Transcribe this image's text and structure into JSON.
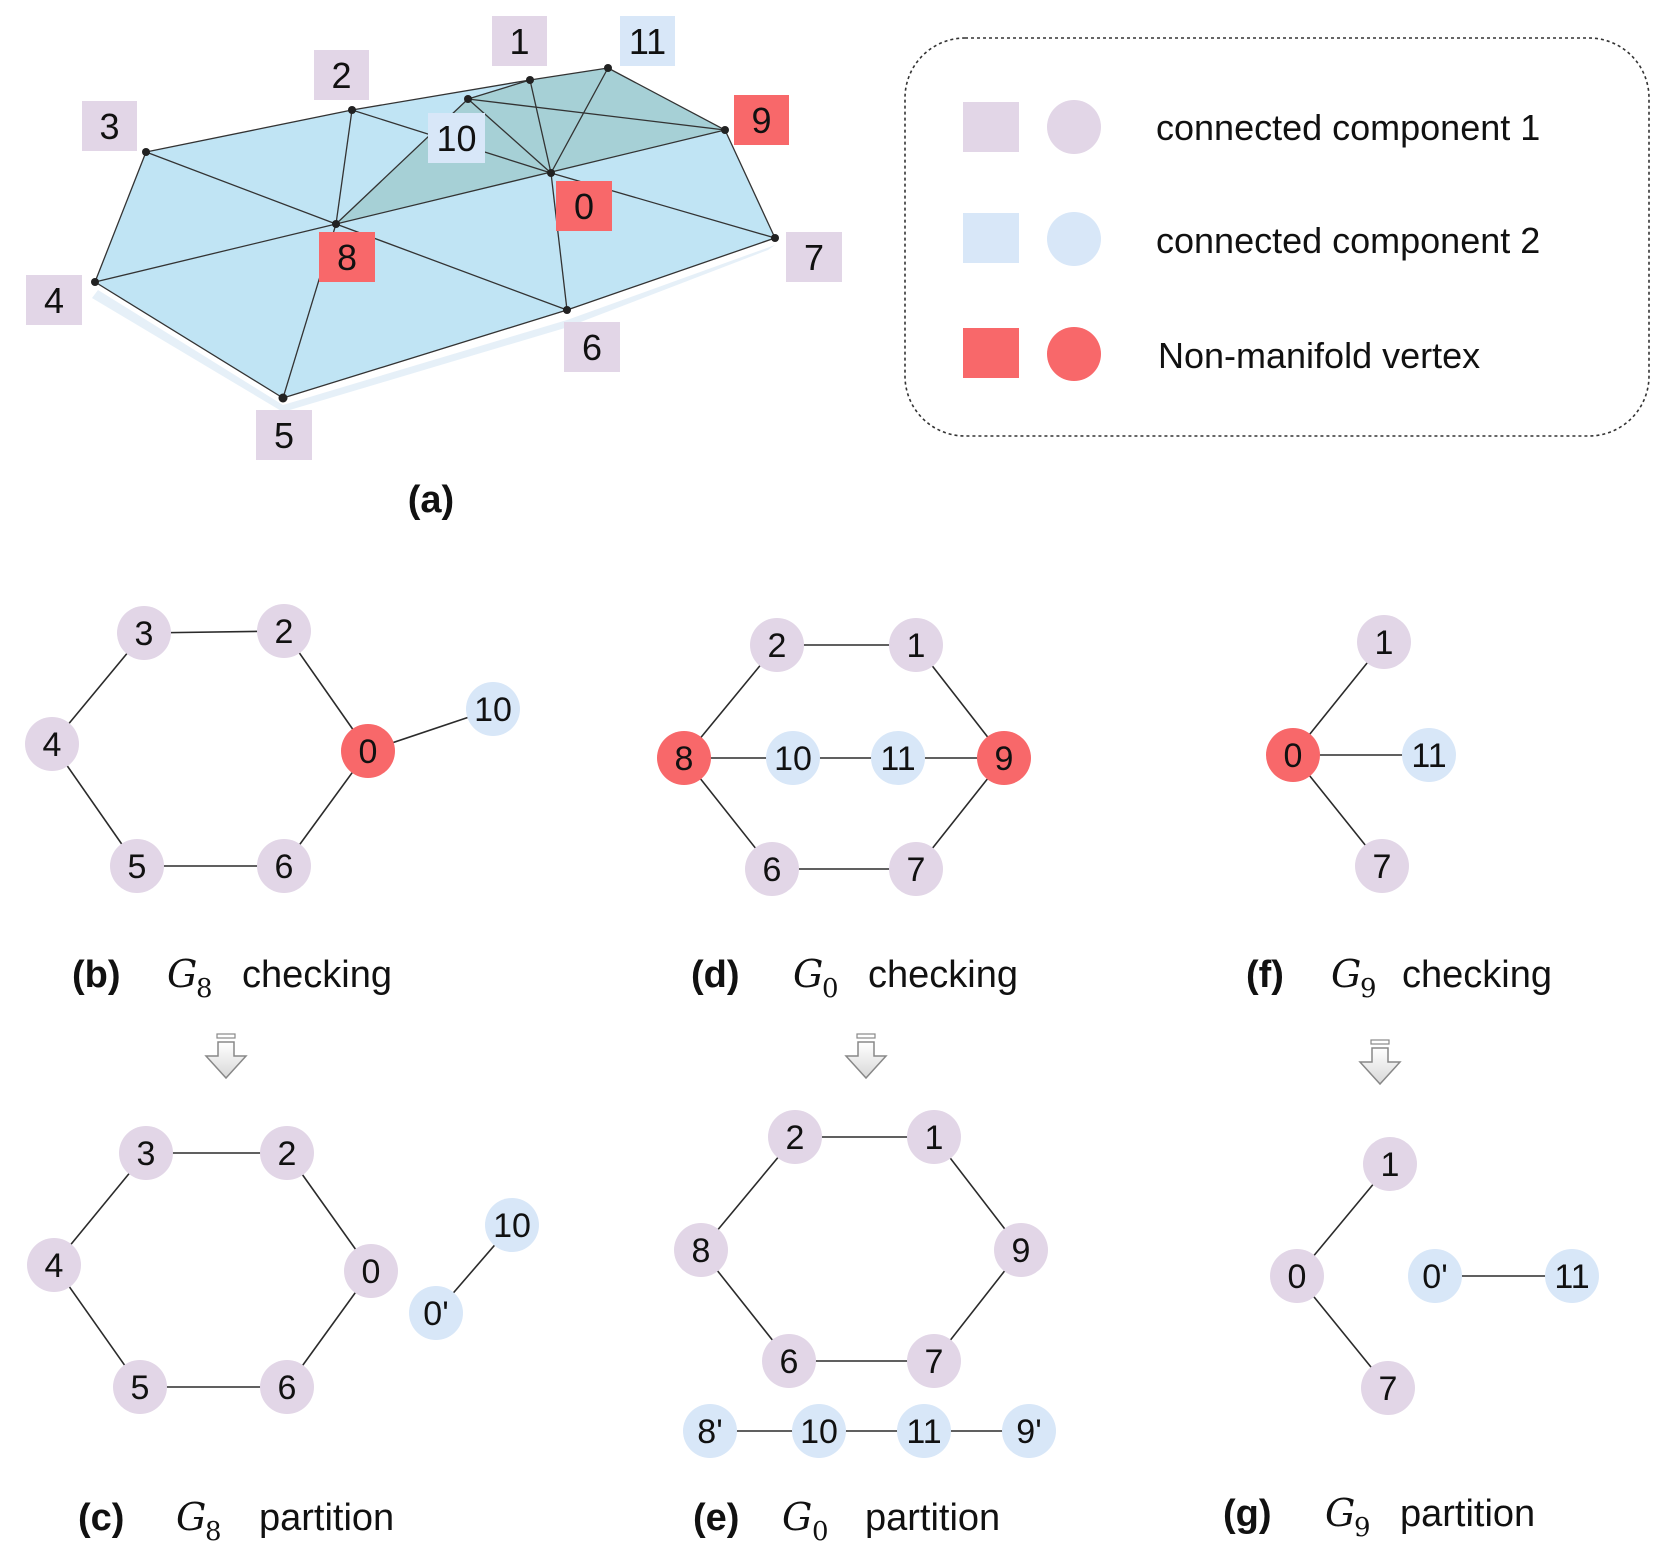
{
  "colors": {
    "component1": "#e2d6e7",
    "component2": "#d8e7f8",
    "nonmanifold": "#f8686a",
    "mesh_fill": "#bde3f3",
    "mesh_dark_fill": "#9cc9cc",
    "edge": "#2b2b2b"
  },
  "legend": {
    "items": [
      {
        "label": "connected component 1"
      },
      {
        "label": "connected component 2"
      },
      {
        "label": "Non-manifold vertex"
      }
    ]
  },
  "panel_a": {
    "caption": "(a)",
    "vertex_labels": [
      "0",
      "1",
      "2",
      "3",
      "4",
      "5",
      "6",
      "7",
      "8",
      "9",
      "10",
      "11"
    ]
  },
  "panels": {
    "b": {
      "letter": "(b)",
      "symbol": "G",
      "subscript": "8",
      "word": "checking"
    },
    "c": {
      "letter": "(c)",
      "symbol": "G",
      "subscript": "8",
      "word": "partition"
    },
    "d": {
      "letter": "(d)",
      "symbol": "G",
      "subscript": "0",
      "word": "checking"
    },
    "e": {
      "letter": "(e)",
      "symbol": "G",
      "subscript": "0",
      "word": "partition"
    },
    "f": {
      "letter": "(f)",
      "symbol": "G",
      "subscript": "9",
      "word": "checking"
    },
    "g": {
      "letter": "(g)",
      "symbol": "G",
      "subscript": "9",
      "word": "partition"
    }
  },
  "graphs": {
    "b": {
      "nodes": [
        "3",
        "2",
        "4",
        "0",
        "10",
        "5",
        "6"
      ]
    },
    "c": {
      "nodes": [
        "3",
        "2",
        "4",
        "0",
        "0'",
        "10",
        "5",
        "6"
      ]
    },
    "d": {
      "nodes": [
        "2",
        "1",
        "8",
        "10",
        "11",
        "9",
        "6",
        "7"
      ]
    },
    "e": {
      "nodes": [
        "2",
        "1",
        "8",
        "9",
        "6",
        "7",
        "8'",
        "10",
        "11",
        "9'"
      ]
    },
    "f": {
      "nodes": [
        "1",
        "0",
        "11",
        "7"
      ]
    },
    "g": {
      "nodes": [
        "1",
        "0",
        "0'",
        "11",
        "7"
      ]
    }
  }
}
